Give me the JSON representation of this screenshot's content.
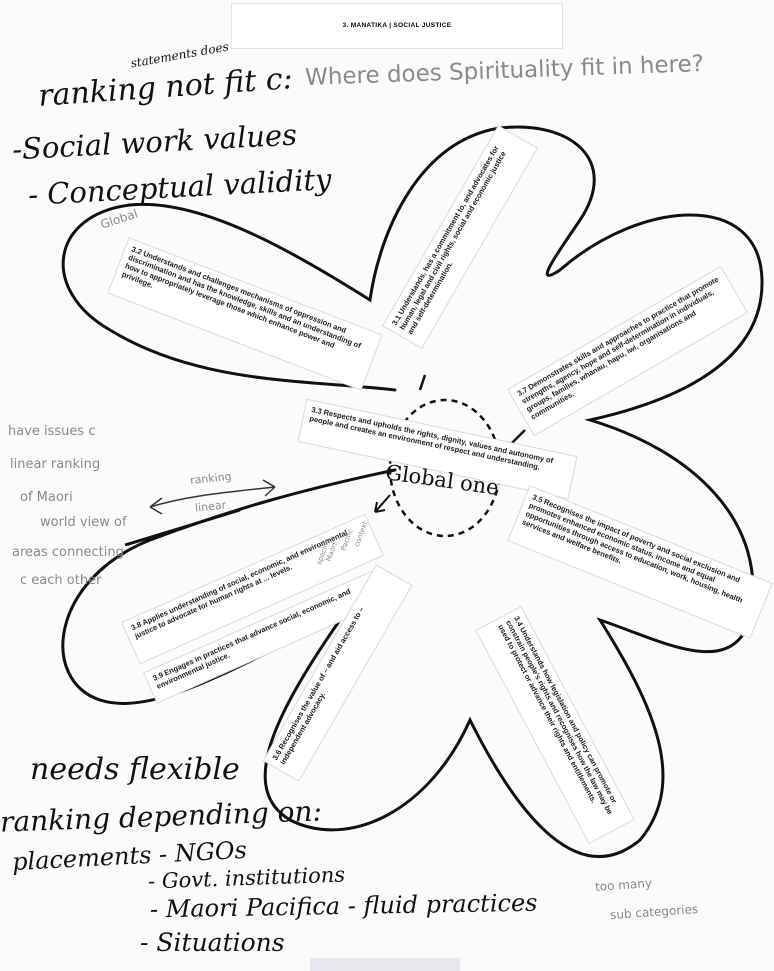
{
  "header": {
    "title": "3. MANATIKA | SOCIAL JUSTICE"
  },
  "annotations": {
    "top_left": {
      "inserted": "statements does",
      "line1": "ranking not fit c:",
      "line2": "-Social work values",
      "line3": "- Conceptual validity"
    },
    "top_right": "Where does Spirituality fit in here?",
    "global_small": "Global",
    "left_side": [
      "have issues c",
      "linear ranking",
      "of Maori",
      "world view of",
      "areas connecting",
      "c each other"
    ],
    "arrow_labels": {
      "top": "ranking",
      "bottom": "linear"
    },
    "center": "Global one",
    "center_small": [
      "specific",
      "Maori",
      "Pacific",
      "context"
    ],
    "bottom_left": {
      "line1": "needs flexible",
      "line2": "ranking depending on:",
      "line3": "placements - NGOs",
      "line4": "- Govt. institutions",
      "line5": "- Maori Pacifica - fluid practices",
      "line6": "- Situations"
    },
    "bottom_right": [
      "too many",
      "sub categories"
    ]
  },
  "statements": {
    "s3_1": "3.1 Understands, has a commitment to, and advocates for human, legal and civil rights, social and economic justice and self-determination.",
    "s3_2": "3.2 Understands and challenges mechanisms of oppression and discrimination and has the knowledge, skills and an understanding of how to appropriately leverage those which enhance power and privilege.",
    "s3_3": "3.3 Respects and upholds the rights, dignity, values and autonomy of people and creates an environment of respect and understanding.",
    "s3_4": "3.4 Understands how legislation and policy can promote or constrain people's rights and recognises how the law may be used to protect or advance their rights and entitlements.",
    "s3_5": "3.5 Recognises the impact of poverty and social exclusion and promotes enhanced economic status, income and equal opportunities through access to education, work, housing, health services and welfare benefits.",
    "s3_6": "3.6 Recognises the value of – and aid access to – independent advocacy.",
    "s3_7": "3.7 Demonstrates skills and approaches to practice that promote strengths, agency, hope and self-determination in individuals, groups, families, whanau, hapu, iwi, organisations and communities.",
    "s3_8": "3.8 Applies understanding of social, economic, and environmental justice to advocate for human rights at ... levels.",
    "s3_9": "3.9 Engages in practices that advance social, economic, and environmental justice."
  }
}
